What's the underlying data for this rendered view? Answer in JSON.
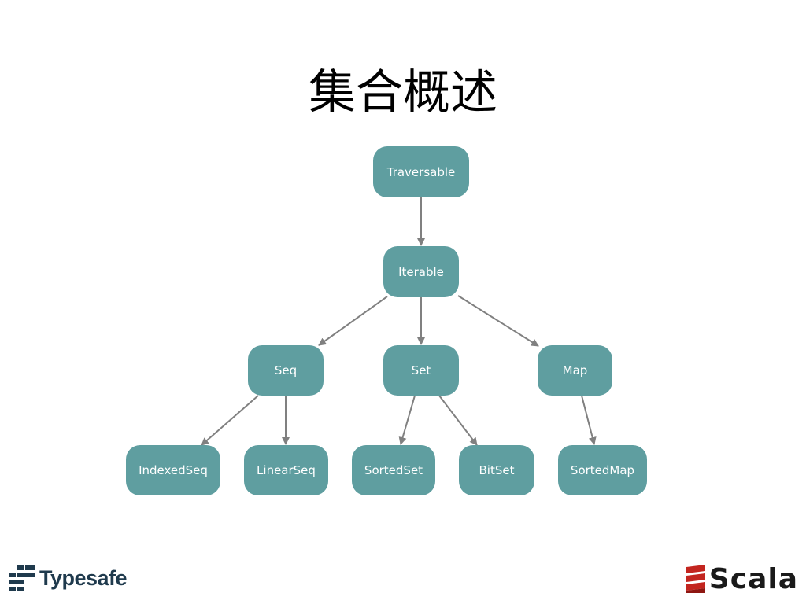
{
  "slide": {
    "title": "集合概述"
  },
  "diagram": {
    "node_color": "#5f9ea0",
    "edge_color": "#808080",
    "nodes": [
      {
        "id": "traversable",
        "label": "Traversable"
      },
      {
        "id": "iterable",
        "label": "Iterable"
      },
      {
        "id": "seq",
        "label": "Seq"
      },
      {
        "id": "set",
        "label": "Set"
      },
      {
        "id": "map",
        "label": "Map"
      },
      {
        "id": "indexedseq",
        "label": "IndexedSeq"
      },
      {
        "id": "linearseq",
        "label": "LinearSeq"
      },
      {
        "id": "sortedset",
        "label": "SortedSet"
      },
      {
        "id": "bitset",
        "label": "BitSet"
      },
      {
        "id": "sortedmap",
        "label": "SortedMap"
      }
    ],
    "edges": [
      {
        "from": "traversable",
        "to": "iterable"
      },
      {
        "from": "iterable",
        "to": "seq"
      },
      {
        "from": "iterable",
        "to": "set"
      },
      {
        "from": "iterable",
        "to": "map"
      },
      {
        "from": "seq",
        "to": "indexedseq"
      },
      {
        "from": "seq",
        "to": "linearseq"
      },
      {
        "from": "set",
        "to": "sortedset"
      },
      {
        "from": "set",
        "to": "bitset"
      },
      {
        "from": "map",
        "to": "sortedmap"
      }
    ]
  },
  "footer": {
    "left_logo": {
      "text": "Typesafe",
      "icon": "typesafe-logo-icon",
      "color": "#1f3a4d"
    },
    "right_logo": {
      "text": "Scala",
      "icon": "scala-logo-icon",
      "mark_color": "#c3251f"
    }
  }
}
